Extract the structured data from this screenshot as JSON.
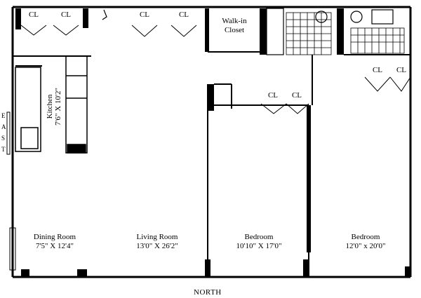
{
  "plan": {
    "orientation_bottom": "NORTH",
    "orientation_left": [
      "E",
      "A",
      "S",
      "T"
    ],
    "closet_label": "CL",
    "walk_in_closet": [
      "Walk-in",
      "Closet"
    ],
    "rooms": {
      "kitchen": {
        "name": "Kitchen",
        "dims": "7'6\" X 10'2\""
      },
      "dining": {
        "name": "Dining Room",
        "dims": "7'5\" X 12'4\""
      },
      "living": {
        "name": "Living Room",
        "dims": "13'0\" X 26'2\""
      },
      "bedroom1": {
        "name": "Bedroom",
        "dims": "10'10\" X 17'0\""
      },
      "bedroom2": {
        "name": "Bedroom",
        "dims": "12'0\" x 20'0\""
      }
    }
  }
}
